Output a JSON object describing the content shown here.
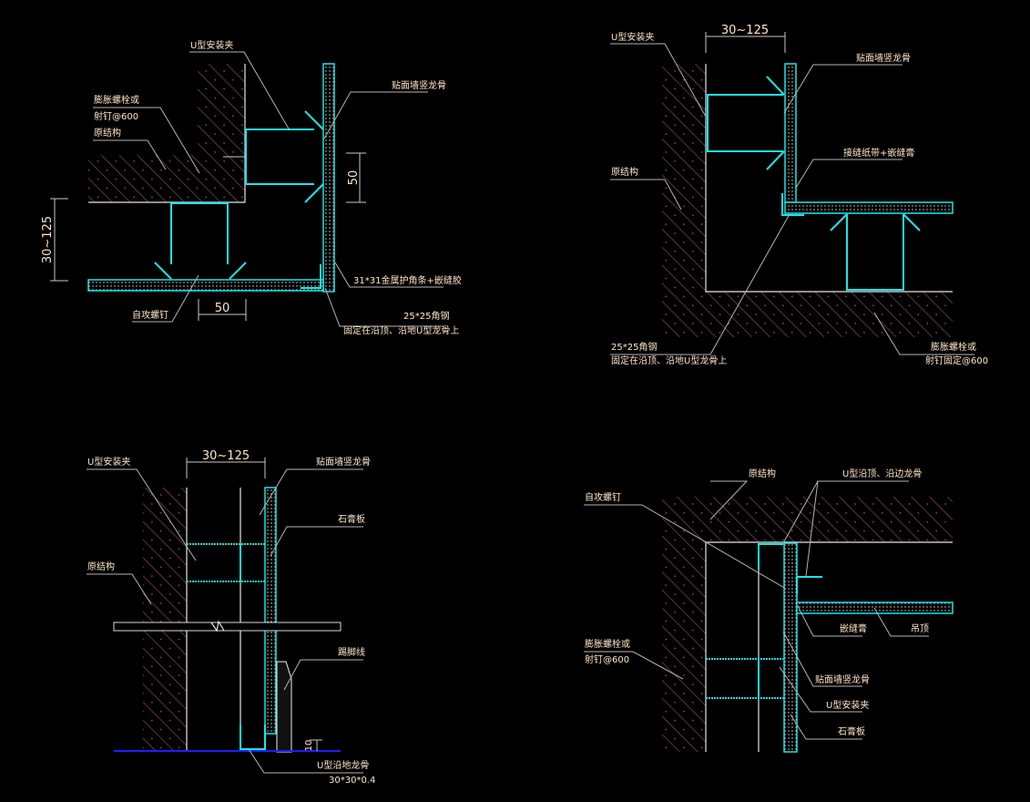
{
  "colors": {
    "background": "#000000",
    "stud": "#19e6e6",
    "hatch": "#a04a78",
    "text": "#ffe6c8",
    "floor_line": "#1e1eff"
  },
  "detail1": {
    "u_clip": "U型安装夹",
    "stud": "贴面墙竖龙骨",
    "bolt_1": "膨胀螺栓或",
    "bolt_2": "射钉@600",
    "structure": "原结构",
    "dim_vertical": "50",
    "dim_range": "30~125",
    "dim_bottom": "50",
    "screw": "自攻螺钉",
    "corner": "31*31金属护角条+嵌缝胶",
    "angle_1": "25*25角钢",
    "angle_2": "固定在沿顶、沿地U型龙骨上"
  },
  "detail2": {
    "u_clip": "U型安装夹",
    "dim_range": "30~125",
    "stud": "贴面墙竖龙骨",
    "joint": "接缝纸带+嵌缝膏",
    "structure": "原结构",
    "angle_1": "25*25角钢",
    "angle_2": "固定在沿顶、沿地U型龙骨上",
    "bolt_1": "膨胀螺栓或",
    "bolt_2": "射钉固定@600"
  },
  "detail3": {
    "u_clip": "U型安装夹",
    "dim_range": "30~125",
    "stud": "贴面墙竖龙骨",
    "board": "石膏板",
    "structure": "原结构",
    "skirting": "踢脚线",
    "dim_small": "10",
    "floor_track_1": "U型沿地龙骨",
    "floor_track_2": "30*30*0.4"
  },
  "detail4": {
    "structure": "原结构",
    "ceiling_track": "U型沿顶、沿边龙骨",
    "screw": "自攻螺钉",
    "sealant": "嵌缝膏",
    "ceiling": "吊顶",
    "bolt_1": "膨胀螺栓或",
    "bolt_2": "射钉@600",
    "stud": "贴面墙竖龙骨",
    "u_clip": "U型安装夹",
    "board": "石膏板"
  }
}
